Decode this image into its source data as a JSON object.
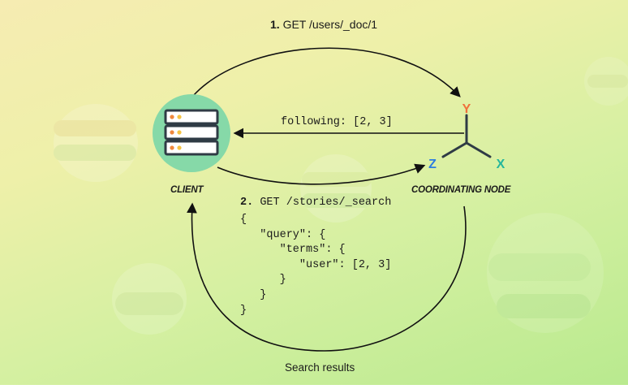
{
  "step1": {
    "number": "1.",
    "request": "GET /users/_doc/1"
  },
  "following": "following: [2, 3]",
  "client": {
    "label": "CLIENT"
  },
  "coordinating_node": {
    "label": "COORDINATING NODE",
    "axes": {
      "top": "Y",
      "left": "Z",
      "right": "X"
    }
  },
  "step2": {
    "number": "2.",
    "request": "GET /stories/_search",
    "body_lines": [
      "{",
      "   \"query\": {",
      "      \"terms\": {",
      "         \"user\": [2, 3]",
      "      }",
      "   }",
      "}"
    ]
  },
  "search_results": "Search results",
  "colors": {
    "client_circle": "#86d9a8",
    "dot_orange": "#f0883e",
    "dot_yellow": "#f6c343",
    "axis_y": "#f0703c",
    "axis_z": "#2d7de0",
    "axis_x": "#25b69c",
    "arrow": "#111111"
  }
}
